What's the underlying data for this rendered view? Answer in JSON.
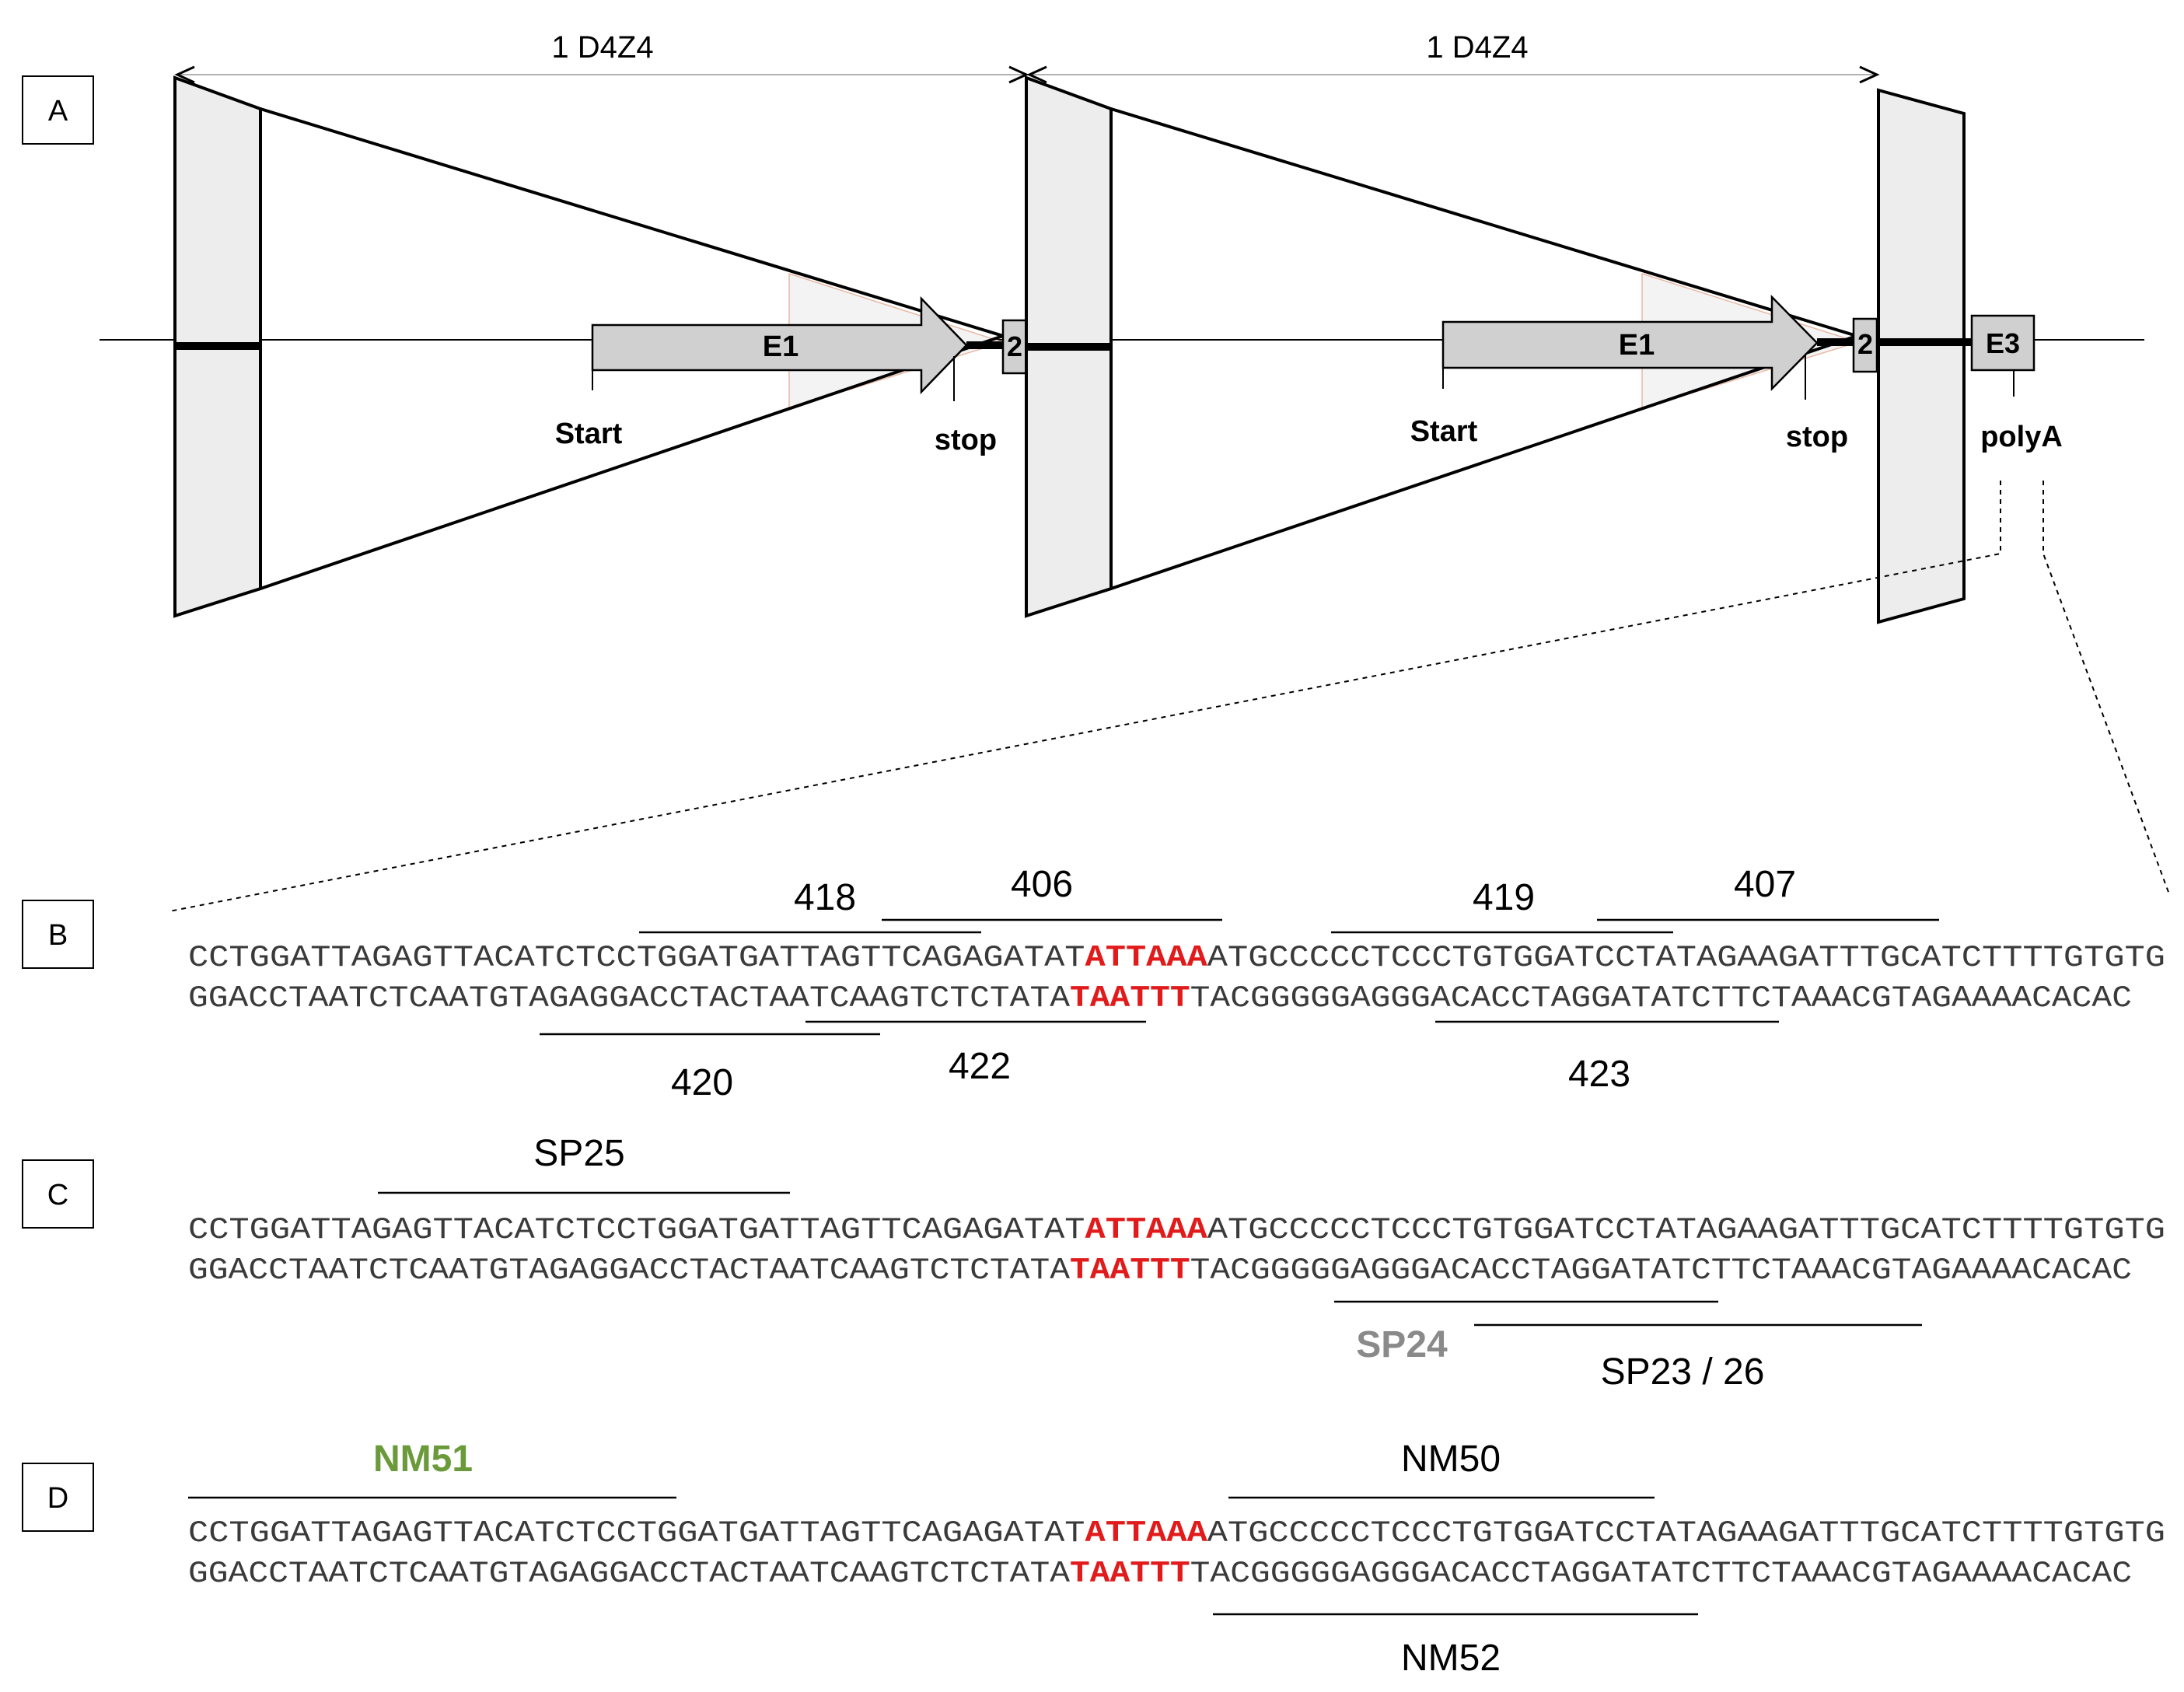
{
  "panels": {
    "a": "A",
    "b": "B",
    "c": "C",
    "d": "D"
  },
  "top": {
    "repeat1_label": "1 D4Z4",
    "repeat2_label": "1 D4Z4",
    "exon1_label_1": "E1",
    "exon1_label_2": "E1",
    "exon2_label_1": "2",
    "exon2_label_2": "2",
    "exon3_label": "E3",
    "start_1": "Start",
    "start_2": "Start",
    "stop_1": "stop",
    "stop_2": "stop",
    "polya": "polyA"
  },
  "sequence": {
    "top_pre": "CCTGGATTAGAGTTACATCTCCTGGATGATTAGTTCAGAGATAT",
    "top_signal": "ATTAAA",
    "top_post": "ATGCCCCCTCCCTGTGGATCCTATAGAAGATTTGCATCTTTTGTGTG",
    "bottom_pre": "GGACCTAATCTCAATGTAGAGGACCTACTAATCAAGTCTCTATA",
    "bottom_signal": "TAATTT",
    "bottom_post": "TACGGGGGAGGGACACCTAGGATATCTTCTAAACGTAGAAAACACAC"
  },
  "panel_b": {
    "p418": "418",
    "p406": "406",
    "p419": "419",
    "p407": "407",
    "p420": "420",
    "p422": "422",
    "p423": "423"
  },
  "panel_c": {
    "sp25": "SP25",
    "sp24": "SP24",
    "sp23_26": "SP23 / 26"
  },
  "panel_d": {
    "nm51": "NM51",
    "nm50": "NM50",
    "nm52": "NM52"
  },
  "colors": {
    "signal_red": "#e11b1b",
    "nm51_green": "#6a9a3a",
    "sp24_gray": "#8a8a8a",
    "box_fill": "#ededed",
    "arrow_fill": "#d0d0d0"
  }
}
